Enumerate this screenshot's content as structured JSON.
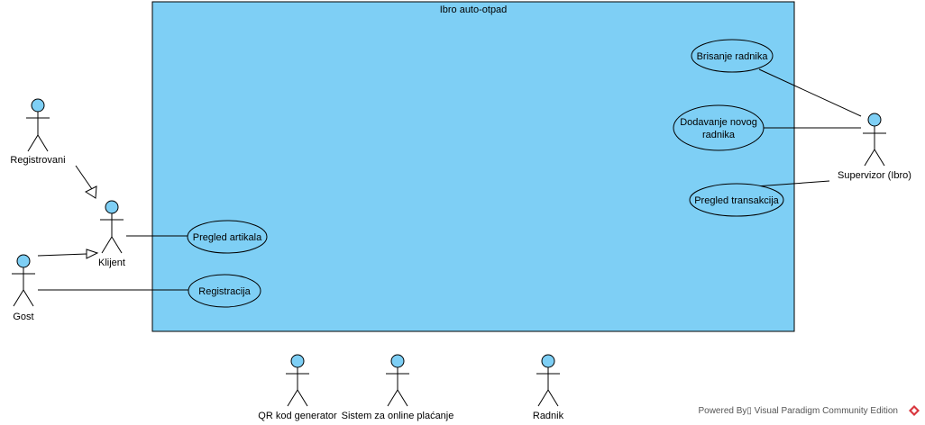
{
  "system": {
    "title": "Ibro auto-otpad",
    "fill": "#7ecff5"
  },
  "actors": {
    "registrovani": "Registrovani",
    "klijent": "Klijent",
    "gost": "Gost",
    "supervizor": "Supervizor (Ibro)",
    "qr": "QR kod generator",
    "placanje": "Sistem za online plaćanje",
    "radnik": "Radnik"
  },
  "usecases": {
    "brisanje": "Brisanje radnika",
    "dodavanje_1": "Dodavanje novog",
    "dodavanje_2": "radnika",
    "pregled_transakcija": "Pregled transakcija",
    "pregled_artikala": "Pregled artikala",
    "registracija": "Registracija"
  },
  "colors": {
    "actor_head": "#7ecff5",
    "usecase_fill": "#7ecff5",
    "stroke": "#000000"
  },
  "footer": {
    "text": "Powered By▯ Visual Paradigm Community Edition"
  }
}
